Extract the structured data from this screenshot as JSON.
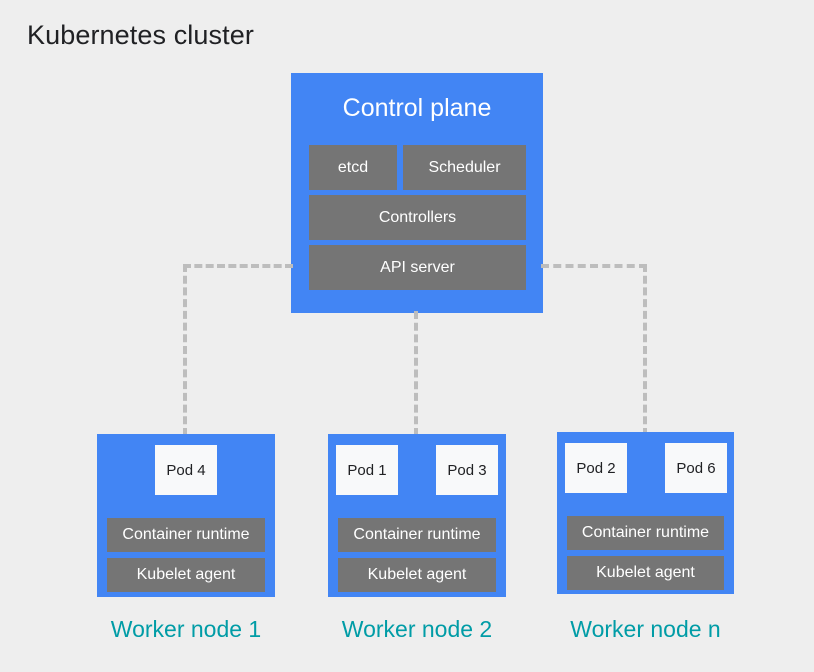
{
  "title": "Kubernetes cluster",
  "colors": {
    "background": "#eeeeee",
    "node_blue": "#4285f4",
    "component_gray": "#757575",
    "pod_white": "#f8f9fa",
    "caption_teal": "#009ca6",
    "connector_gray": "#bdbdbd",
    "title_black": "#202124"
  },
  "control_plane": {
    "title": "Control plane",
    "components": [
      {
        "label": "etcd"
      },
      {
        "label": "Scheduler"
      },
      {
        "label": "Controllers"
      },
      {
        "label": "API server"
      }
    ]
  },
  "worker_nodes": [
    {
      "caption": "Worker node 1",
      "pods": [
        {
          "label": "Pod 4"
        }
      ],
      "components": [
        {
          "label": "Container runtime"
        },
        {
          "label": "Kubelet agent"
        }
      ]
    },
    {
      "caption": "Worker node 2",
      "pods": [
        {
          "label": "Pod 1"
        },
        {
          "label": "Pod 3"
        }
      ],
      "components": [
        {
          "label": "Container runtime"
        },
        {
          "label": "Kubelet agent"
        }
      ]
    },
    {
      "caption": "Worker node n",
      "pods": [
        {
          "label": "Pod 2"
        },
        {
          "label": "Pod 6"
        }
      ],
      "components": [
        {
          "label": "Container runtime"
        },
        {
          "label": "Kubelet agent"
        }
      ]
    }
  ],
  "connectors": [
    {
      "name": "api-server-to-worker-1",
      "style": "dashed"
    },
    {
      "name": "api-server-to-worker-2",
      "style": "dashed"
    },
    {
      "name": "api-server-to-worker-n",
      "style": "dashed"
    }
  ]
}
